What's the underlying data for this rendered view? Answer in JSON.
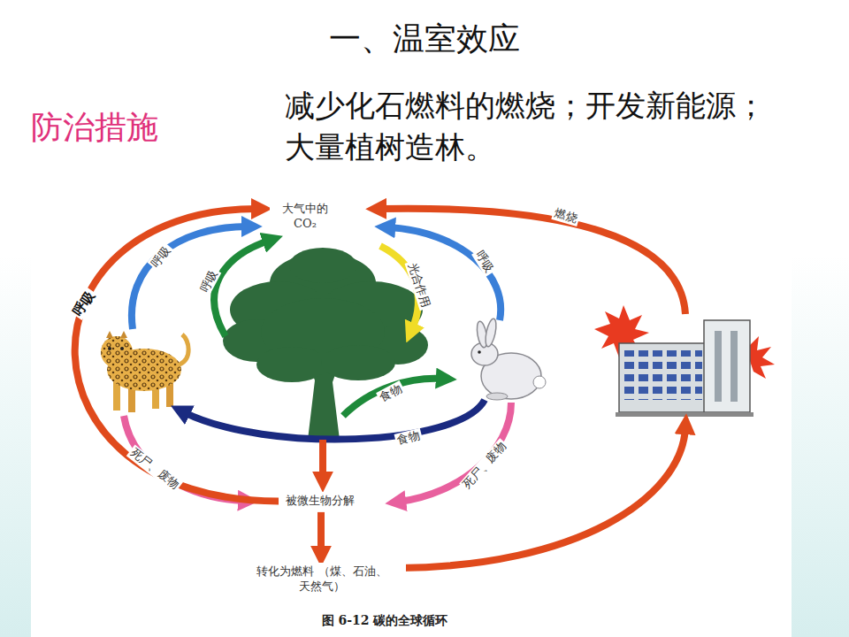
{
  "diagram": {
    "title": "一、温室效应",
    "caption": "图 6-12 碳的全球循环",
    "nodes": [
      {
        "text": [
          "大气中的 CO₂"
        ]
      },
      {
        "text": [
          "被微生物分解"
        ]
      },
      {
        "text": [
          "转化为燃料 （煤、石油、天然气）"
        ]
      }
    ],
    "edges": [
      {
        "from": 1,
        "to": 2,
        "arrow": "to"
      },
      {
        "from": 1,
        "to": 0,
        "arrow": "to",
        "label": "呼吸"
      }
    ],
    "labels": [
      "防治措施",
      "减少化石燃料的燃烧；开发新能源；大量植树造林。",
      "呼吸",
      "呼吸",
      "光合作用",
      "呼吸",
      "燃烧",
      "食物",
      "食物",
      "死尸、废物",
      "死尸、废物"
    ]
  }
}
